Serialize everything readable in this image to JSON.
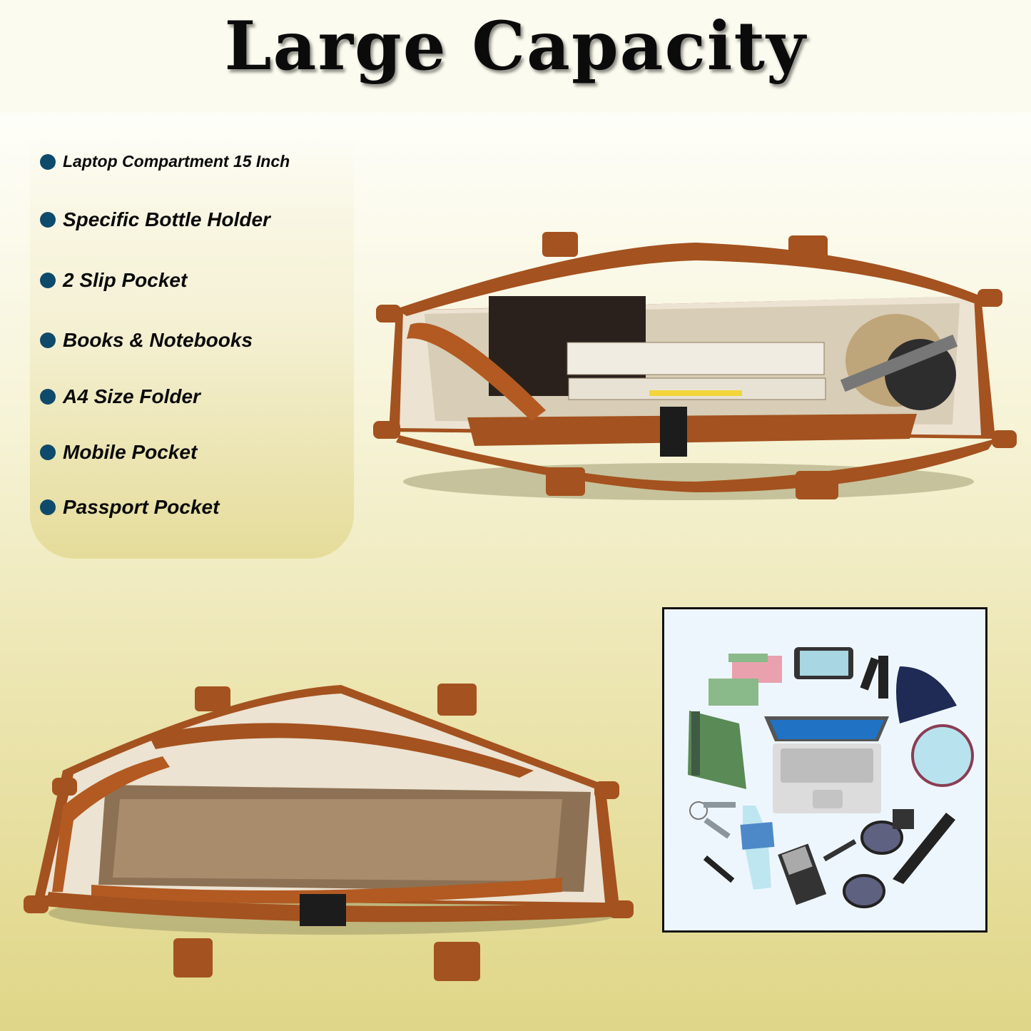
{
  "title": "Large Capacity",
  "features": [
    "Laptop Compartment 15 Inch",
    "Specific Bottle Holder",
    "2 Slip Pocket",
    "Books & Notebooks",
    "A4 Size Folder",
    "Mobile Pocket",
    "Passport Pocket"
  ],
  "colors": {
    "bullet": "#0d4a6b",
    "leather": "#a4521f",
    "lining": "#e6dccb",
    "panel_bottom": "#e5dc9a"
  }
}
